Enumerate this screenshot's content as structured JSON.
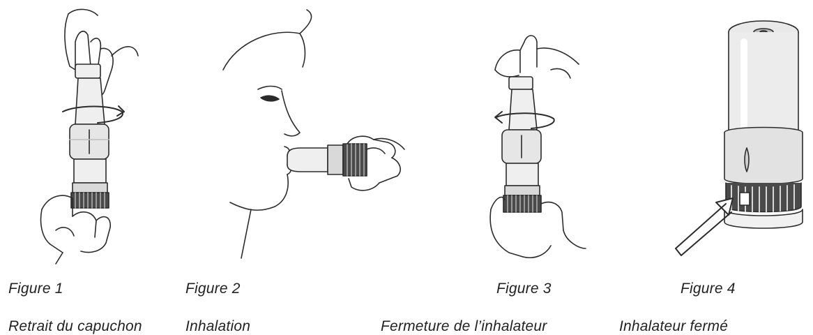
{
  "figures": [
    {
      "number": "Figure 1",
      "caption": "Retrait du capuchon"
    },
    {
      "number": "Figure 2",
      "caption": "Inhalation"
    },
    {
      "number": "Figure 3",
      "caption": "Fermeture de l’inhalateur"
    },
    {
      "number": "Figure 4",
      "caption": "Inhalateur fermé"
    }
  ],
  "colors": {
    "line": "#2b2b2b",
    "body_light": "#efefef",
    "body_mid": "#d9d9d9",
    "body_dark": "#4a4a4a",
    "background": "#ffffff"
  }
}
